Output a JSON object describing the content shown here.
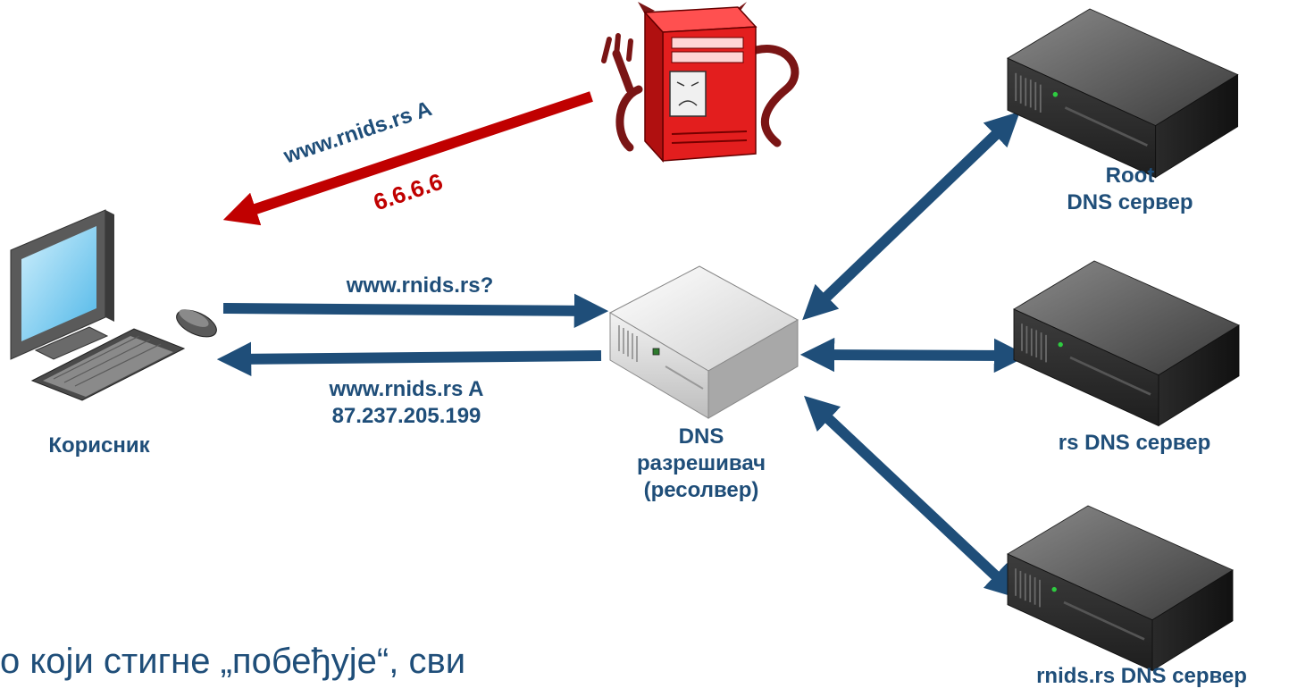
{
  "colors": {
    "blue": "#1f4e79",
    "red": "#c00000"
  },
  "labels": {
    "user": "Корисник",
    "query": "www.rnids.rs?",
    "answer_line1": "www.rnids.rs A",
    "answer_line2": "87.237.205.199",
    "resolver_line1": "DNS",
    "resolver_line2": "разрешивач",
    "resolver_line3": "(ресолвер)",
    "root_line1": "Root",
    "root_line2": "DNS сервер",
    "rs_server": "rs DNS сервер",
    "rnids_server": "rnids.rs DNS сервер",
    "spoof_line1": "www.rnids.rs A",
    "spoof_line2": "6.6.6.6"
  },
  "caption": "о који стигне „побеђује“, сви",
  "icons": {
    "user": "desktop-computer-icon",
    "resolver": "server-icon",
    "root": "rack-server-icon",
    "rs": "rack-server-icon",
    "rnids": "rack-server-icon",
    "attacker": "evil-server-icon"
  }
}
